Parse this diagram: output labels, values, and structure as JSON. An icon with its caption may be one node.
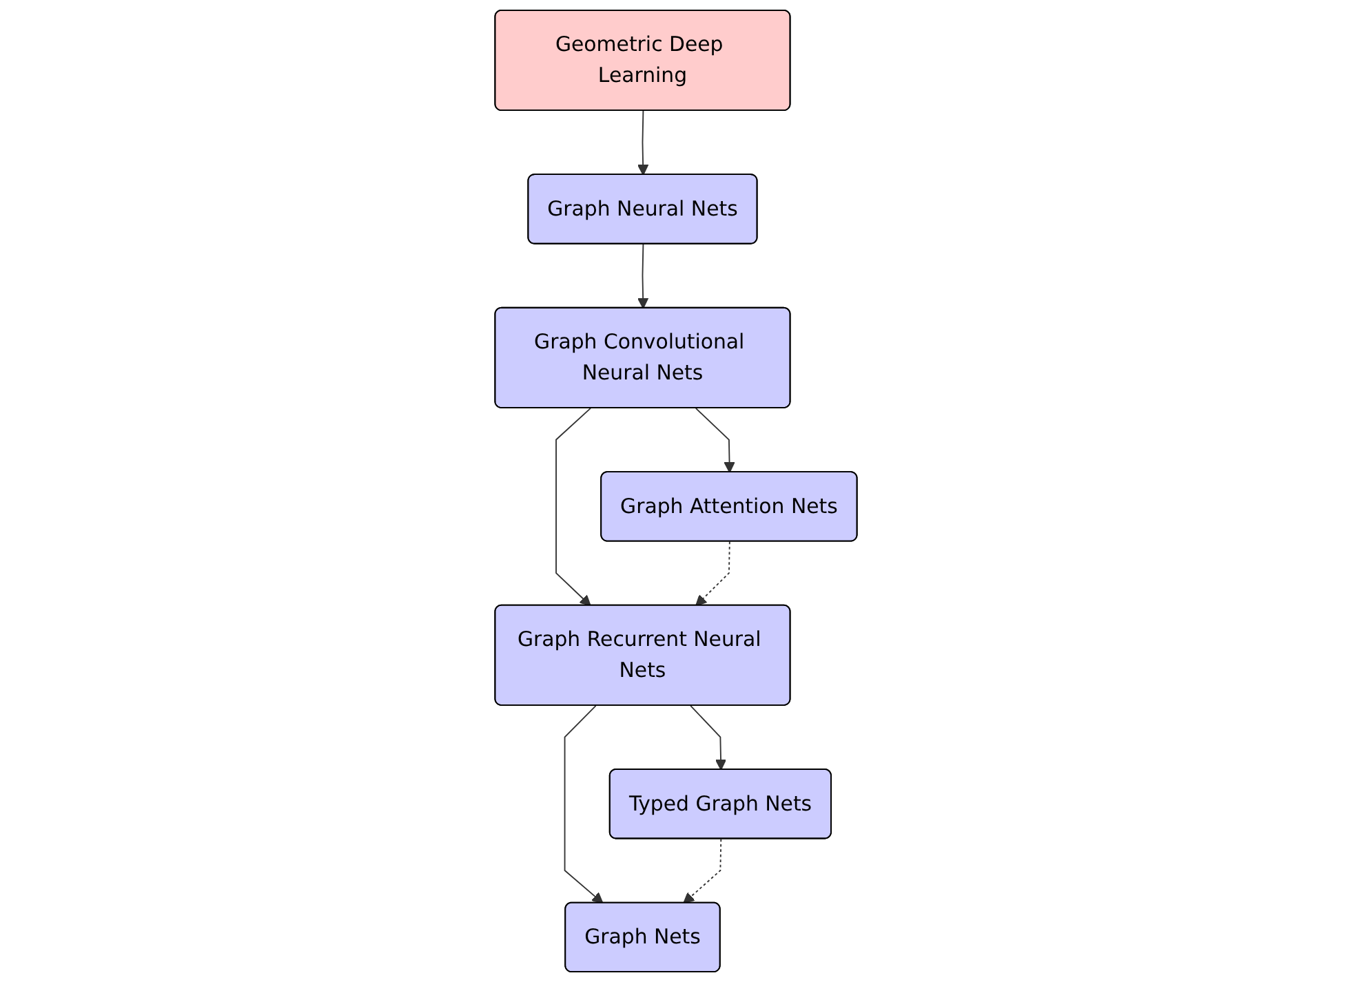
{
  "diagram": {
    "nodes": [
      {
        "text": [
          "Geometric Deep Learning"
        ]
      },
      {
        "text": [
          "Graph Neural Nets"
        ]
      },
      {
        "text": [
          "Graph Convolutional Neural Nets"
        ]
      },
      {
        "text": [
          "Graph Attention Nets"
        ]
      },
      {
        "text": [
          "Graph Recurrent Neural Nets"
        ]
      },
      {
        "text": [
          "Typed Graph Nets"
        ]
      },
      {
        "text": [
          "Graph Nets"
        ]
      }
    ],
    "edges": [
      {
        "from": 0,
        "to": 1,
        "arrow": "to"
      },
      {
        "from": 1,
        "to": 2,
        "arrow": "to"
      },
      {
        "from": 2,
        "to": 3,
        "arrow": "to"
      },
      {
        "from": 2,
        "to": 4,
        "arrow": "to"
      },
      {
        "from": 3,
        "to": 4,
        "arrow": "to",
        "style": "dashed"
      },
      {
        "from": 4,
        "to": 5,
        "arrow": "to"
      },
      {
        "from": 4,
        "to": 6,
        "arrow": "to"
      },
      {
        "from": 5,
        "to": 6,
        "arrow": "to",
        "style": "dashed"
      }
    ]
  }
}
